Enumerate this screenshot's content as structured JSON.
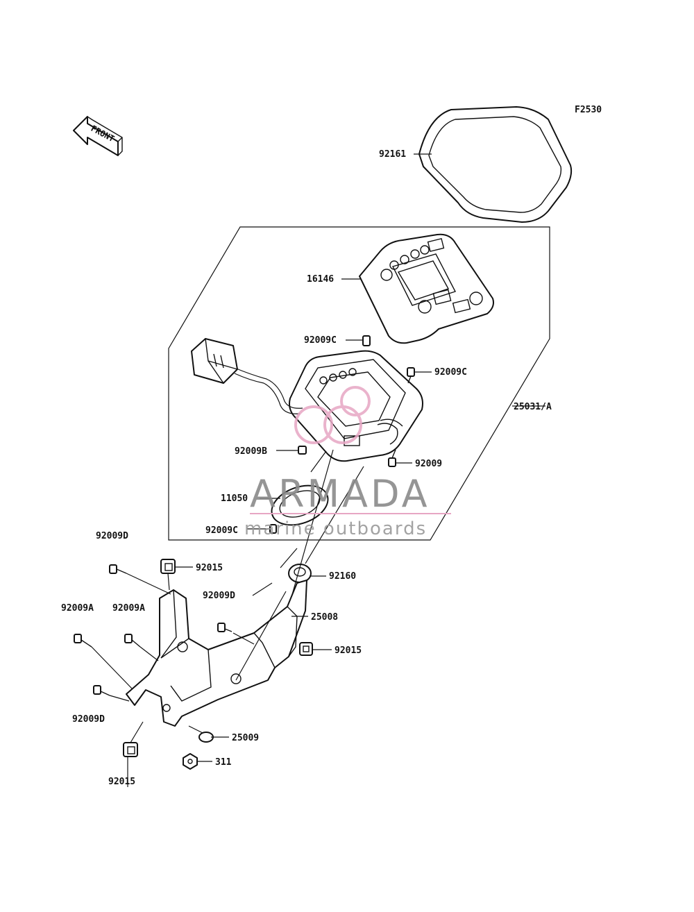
{
  "figure_code": "F2530",
  "front_marker": {
    "text": "FRONT",
    "icon": "front-arrow-icon"
  },
  "watermark": {
    "brand": "ARMADA",
    "tagline": "marine outboards",
    "logo": "armada-logo-icon",
    "accent_color": "#e7a6c4"
  },
  "colors": {
    "line": "#111111",
    "background": "#ffffff",
    "watermark_text": "#8a8a8a"
  },
  "labels": [
    {
      "id": "92161",
      "text": "92161"
    },
    {
      "id": "16146",
      "text": "16146"
    },
    {
      "id": "92009C_top",
      "text": "92009C"
    },
    {
      "id": "92009C_right",
      "text": "92009C"
    },
    {
      "id": "25031A",
      "text": "25031/A"
    },
    {
      "id": "92009B",
      "text": "92009B"
    },
    {
      "id": "92009",
      "text": "92009"
    },
    {
      "id": "11050",
      "text": "11050"
    },
    {
      "id": "92009C_bottom",
      "text": "92009C"
    },
    {
      "id": "92009D_top",
      "text": "92009D"
    },
    {
      "id": "92015_top",
      "text": "92015"
    },
    {
      "id": "92160",
      "text": "92160"
    },
    {
      "id": "92009D_mid",
      "text": "92009D"
    },
    {
      "id": "25008",
      "text": "25008"
    },
    {
      "id": "92009A_left",
      "text": "92009A"
    },
    {
      "id": "92009A_right",
      "text": "92009A"
    },
    {
      "id": "92015_right",
      "text": "92015"
    },
    {
      "id": "92009D_bottom",
      "text": "92009D"
    },
    {
      "id": "25009",
      "text": "25009"
    },
    {
      "id": "311",
      "text": "311"
    },
    {
      "id": "92015_bottom",
      "text": "92015"
    }
  ]
}
